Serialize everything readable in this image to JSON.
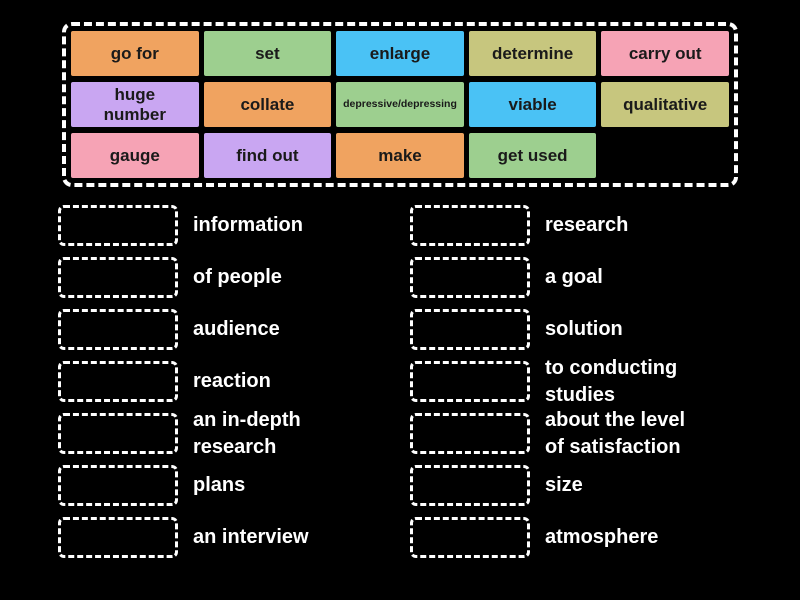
{
  "colors": {
    "background": "#000000",
    "dash_border": "#FFFFFF",
    "tile_text": "#1A1A1A",
    "label_text": "#FFFFFF",
    "tile_orange": "#F0A360",
    "tile_green": "#9DCF8F",
    "tile_blue": "#4AC2F5",
    "tile_khaki": "#C7C67E",
    "tile_pink": "#F6A3B5",
    "tile_purple": "#C9A6F2"
  },
  "word_bank": {
    "tiles": [
      {
        "label": "go for",
        "color": "#F0A360",
        "small": false
      },
      {
        "label": "set",
        "color": "#9DCF8F",
        "small": false
      },
      {
        "label": "enlarge",
        "color": "#4AC2F5",
        "small": false
      },
      {
        "label": "determine",
        "color": "#C7C67E",
        "small": false
      },
      {
        "label": "carry out",
        "color": "#F6A3B5",
        "small": false
      },
      {
        "label": "huge\nnumber",
        "color": "#C9A6F2",
        "small": false
      },
      {
        "label": "collate",
        "color": "#F0A360",
        "small": false
      },
      {
        "label": "depressive/depressing",
        "color": "#9DCF8F",
        "small": true
      },
      {
        "label": "viable",
        "color": "#4AC2F5",
        "small": false
      },
      {
        "label": "qualitative",
        "color": "#C7C67E",
        "small": false
      },
      {
        "label": "gauge",
        "color": "#F6A3B5",
        "small": false
      },
      {
        "label": "find out",
        "color": "#C9A6F2",
        "small": false
      },
      {
        "label": "make",
        "color": "#F0A360",
        "small": false
      },
      {
        "label": "get used",
        "color": "#9DCF8F",
        "small": false
      }
    ]
  },
  "match_rows": {
    "left": [
      {
        "label": "information"
      },
      {
        "label": "of people"
      },
      {
        "label": "audience"
      },
      {
        "label": "reaction"
      },
      {
        "label": "an in-depth\nresearch"
      },
      {
        "label": "plans"
      },
      {
        "label": "an interview"
      }
    ],
    "right": [
      {
        "label": "research"
      },
      {
        "label": "a goal"
      },
      {
        "label": "solution"
      },
      {
        "label": "to conducting\nstudies"
      },
      {
        "label": "about the level\nof satisfaction"
      },
      {
        "label": "size"
      },
      {
        "label": "atmosphere"
      }
    ]
  }
}
